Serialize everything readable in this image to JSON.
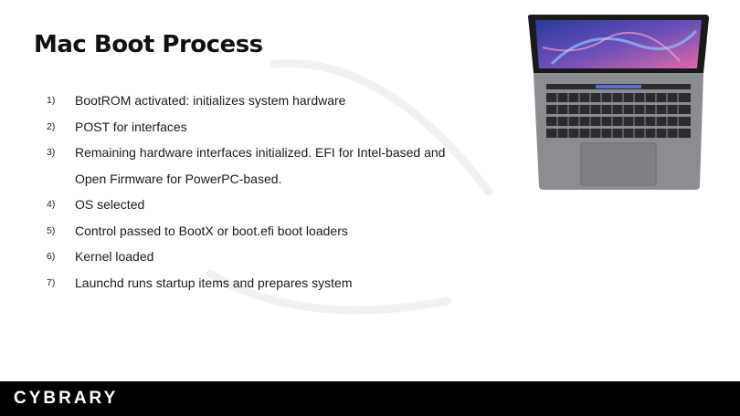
{
  "slide": {
    "title": "Mac Boot Process",
    "steps": [
      {
        "number": "1)",
        "lines": [
          "BootROM activated: initializes system hardware"
        ]
      },
      {
        "number": "2)",
        "lines": [
          "POST for interfaces"
        ]
      },
      {
        "number": "3)",
        "lines": [
          "Remaining hardware interfaces initialized.  EFI for Intel-based and",
          "Open Firmware for PowerPC-based."
        ]
      },
      {
        "number": "4)",
        "lines": [
          "OS selected"
        ]
      },
      {
        "number": "5)",
        "lines": [
          "Control passed to BootX or boot.efi boot loaders"
        ]
      },
      {
        "number": "6)",
        "lines": [
          "Kernel loaded"
        ]
      },
      {
        "number": "7)",
        "lines": [
          "Launchd runs startup items and prepares system"
        ]
      }
    ]
  },
  "image": {
    "icon": "laptop-icon",
    "colors": {
      "body": "#8a8c90",
      "screen_wave_a": "#3b5bd6",
      "screen_wave_b": "#e56aa8"
    }
  },
  "footer": {
    "logo_text": "CYBRARY",
    "background": "#000000"
  }
}
